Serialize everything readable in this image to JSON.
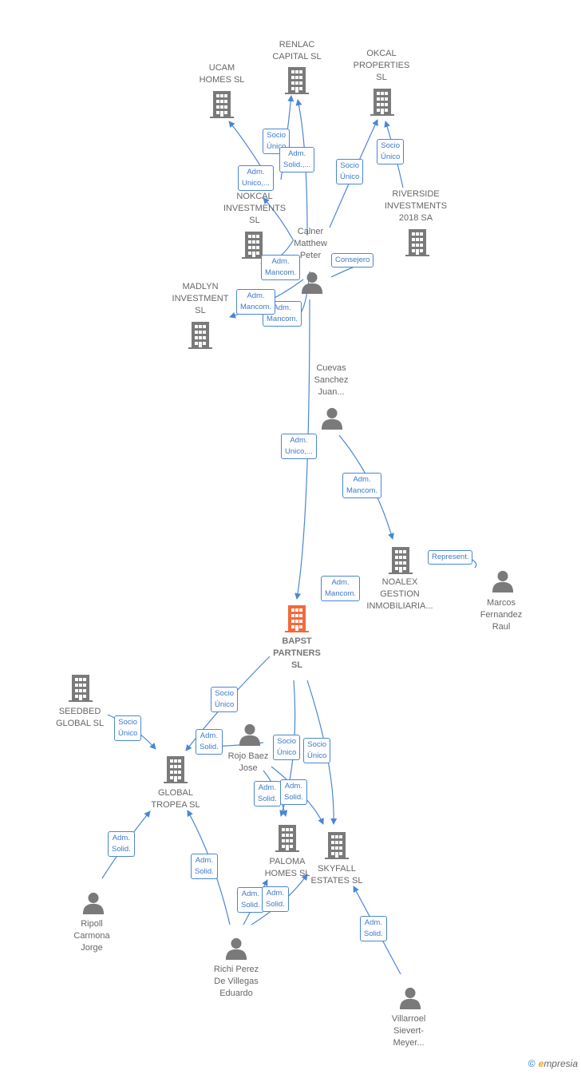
{
  "colors": {
    "edge": "#4a86d4",
    "node": "#7a7a7a",
    "main": "#f26a3a"
  },
  "nodes": {
    "renlac": "RENLAC\nCAPITAL  SL",
    "ucam": "UCAM\nHOMES  SL",
    "okcal": "OKCAL\nPROPERTIES\nSL",
    "nokcal": "NOKCAL\nINVESTMENTS\nSL",
    "riverside": "RIVERSIDE\nINVESTMENTS\n2018 SA",
    "calner": "Calner\nMatthew\nPeter",
    "madlyn": "MADLYN\nINVESTMENT\nSL",
    "cuevas": "Cuevas\nSanchez\nJuan...",
    "noalex": "NOALEX\nGESTION\nINMOBILIARIA...",
    "marcos": "Marcos\nFernandez\nRaul",
    "bapst": "BAPST\nPARTNERS\nSL",
    "seedbed": "SEEDBED\nGLOBAL  SL",
    "rojo": "Rojo Baez\nJose",
    "global": "GLOBAL\nTROPEA  SL",
    "paloma": "PALOMA\nHOMES  SL",
    "skyfall": "SKYFALL\nESTATES  SL",
    "ripoll": "Ripoll\nCarmona\nJorge",
    "richi": "Richi Perez\nDe Villegas\nEduardo",
    "villarroel": "Villarroel\nSievert-\nMeyer..."
  },
  "relations": {
    "r1": "Socio\nÚnico",
    "r2": "Adm.\nSolid.,...",
    "r3": "Adm.\nUnico,...",
    "r4": "Socio\nÚnico",
    "r5": "Socio\nÚnico",
    "r6": "Adm.\nMancom.",
    "r7": "Consejero",
    "r8": "Adm.\nMancom.",
    "r9": "Adm.\nMancom.",
    "r10": "Adm.\nUnico,...",
    "r11": "Adm.\nMancom.",
    "r12": "Represent.",
    "r13": "Adm.\nMancom.",
    "r14": "Socio\nÚnico",
    "r15": "Socio\nÚnico",
    "r16": "Adm.\nSolid.",
    "r17": "Socio\nÚnico",
    "r18": "Socio\nÚnico",
    "r19": "Adm.\nSolid.",
    "r20": "Adm.\nSolid.",
    "r21": "Adm.\nSolid.",
    "r22": "Adm.\nSolid.",
    "r23": "Adm.\nSolid.",
    "r24": "Adm.\nSolid.",
    "r25": "Adm.\nSolid."
  },
  "footer": {
    "copyright": "©",
    "brand_e": "e",
    "brand_rest": "mpresia"
  }
}
